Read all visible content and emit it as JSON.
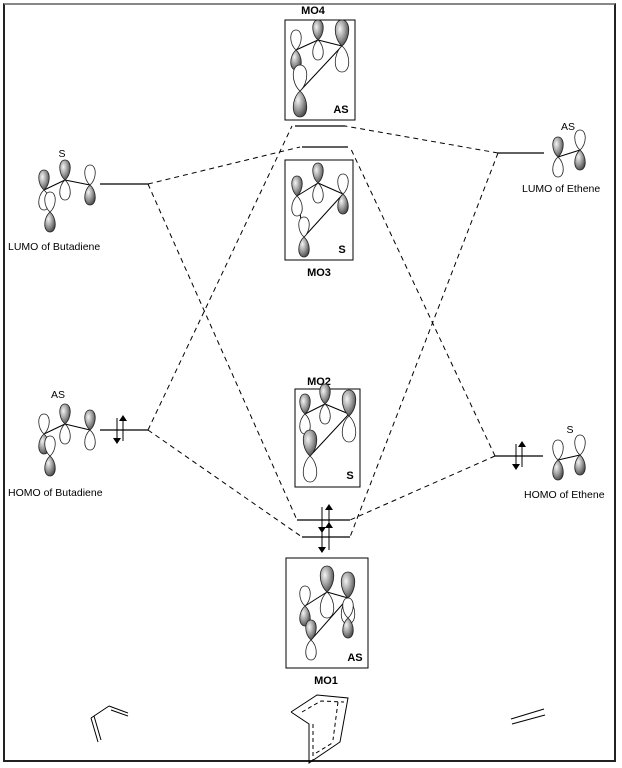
{
  "diagram": {
    "title": "Frontier molecular orbital correlation diagram: Butadiene + Ethene (Diels-Alder)",
    "molecular_orbitals": [
      {
        "id": "MO4",
        "label": "MO4",
        "symmetry": "AS"
      },
      {
        "id": "MO3",
        "label": "MO3",
        "symmetry": "S"
      },
      {
        "id": "MO2",
        "label": "MO2",
        "symmetry": "S"
      },
      {
        "id": "MO1",
        "label": "MO1",
        "symmetry": "AS"
      }
    ],
    "left_orbitals": [
      {
        "id": "lumo-butadiene",
        "label": "LUMO of Butadiene",
        "symmetry": "S",
        "electrons": 0
      },
      {
        "id": "homo-butadiene",
        "label": "HOMO of Butadiene",
        "symmetry": "AS",
        "electrons": 2
      }
    ],
    "right_orbitals": [
      {
        "id": "lumo-ethene",
        "label": "LUMO of Ethene",
        "symmetry": "AS",
        "electrons": 0
      },
      {
        "id": "homo-ethene",
        "label": "HOMO of Ethene",
        "symmetry": "S",
        "electrons": 2
      }
    ],
    "structures": {
      "left": "butadiene",
      "center": "cyclohexene transition state",
      "right": "ethene"
    }
  }
}
